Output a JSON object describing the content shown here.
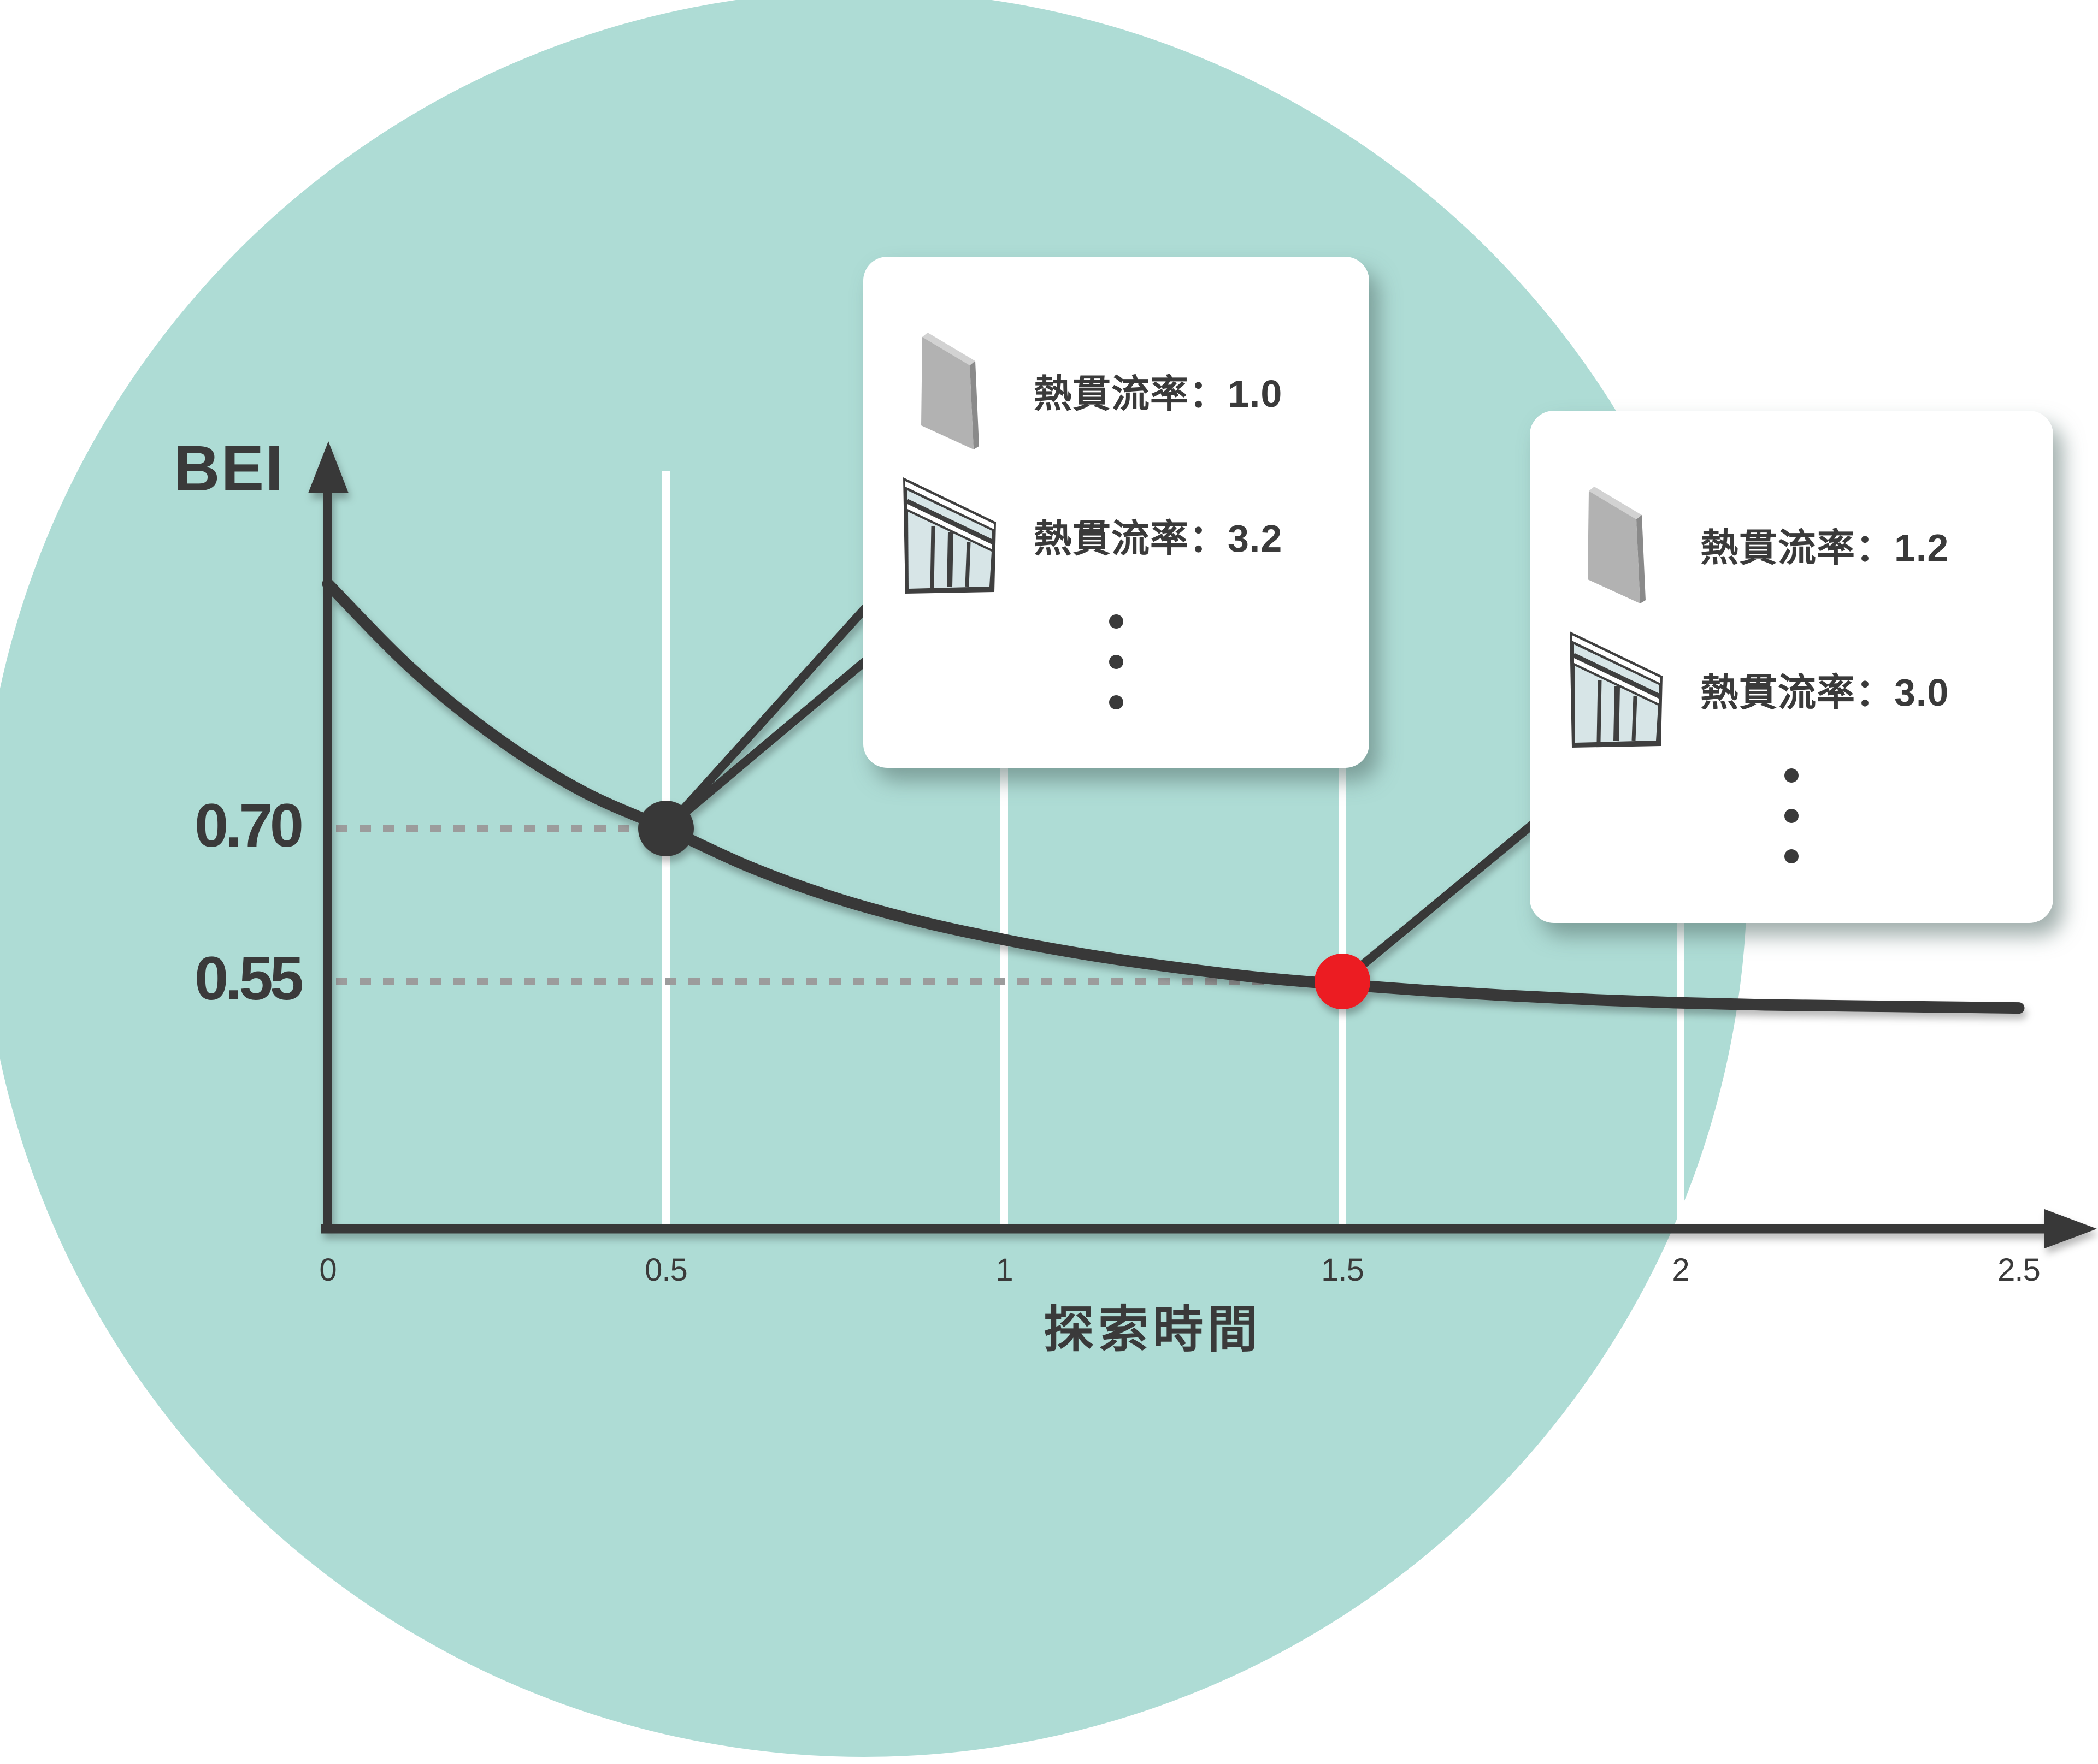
{
  "chart_data": {
    "type": "line",
    "title": "",
    "xlabel": "探索時間",
    "ylabel": "BEI",
    "xlim": [
      0,
      2.5
    ],
    "x_ticks": [
      "0",
      "0.5",
      "1",
      "1.5",
      "2",
      "2.5"
    ],
    "x_tick_values": [
      0,
      0.5,
      1,
      1.5,
      2,
      2.5
    ],
    "grid": "vertical-white-lines",
    "gridlines_x": [
      0.5,
      1,
      1.5,
      2
    ],
    "y_reference_labels": [
      "0.70",
      "0.55"
    ],
    "y_reference_values": [
      0.7,
      0.55
    ],
    "series": [
      {
        "name": "BEI optimization curve",
        "x": [
          0,
          0.125,
          0.25,
          0.375,
          0.5,
          0.625,
          0.75,
          0.875,
          1,
          1.125,
          1.25,
          1.375,
          1.5,
          1.625,
          1.75,
          1.875,
          2,
          2.125,
          2.25,
          2.375,
          2.5
        ],
        "y": [
          0.94,
          0.856,
          0.789,
          0.737,
          0.7,
          0.662,
          0.632,
          0.609,
          0.591,
          0.576,
          0.564,
          0.554,
          0.547,
          0.541,
          0.536,
          0.532,
          0.529,
          0.527,
          0.526,
          0.525,
          0.524
        ]
      }
    ],
    "markers": [
      {
        "name": "intermediate-solution-point",
        "x": 0.5,
        "y": 0.7,
        "color": "#383838"
      },
      {
        "name": "best-solution-point",
        "x": 1.5,
        "y": 0.55,
        "color": "#ec1c24"
      }
    ],
    "colors": {
      "background_circle": "#aedcd5",
      "axis": "#383838",
      "curve": "#383838",
      "gridline": "#ffffff",
      "dotted_reference": "#9c9c9c",
      "marker_black": "#383838",
      "marker_red": "#ec1c24"
    }
  },
  "callouts": [
    {
      "rows": [
        {
          "icon": "wall-panel-icon",
          "label": "熱貫流率：1.0"
        },
        {
          "icon": "window-icon",
          "label": "熱貫流率：3.2"
        }
      ]
    },
    {
      "rows": [
        {
          "icon": "wall-panel-icon",
          "label": "熱貫流率：1.2"
        },
        {
          "icon": "window-icon",
          "label": "熱貫流率：3.0"
        }
      ]
    }
  ]
}
